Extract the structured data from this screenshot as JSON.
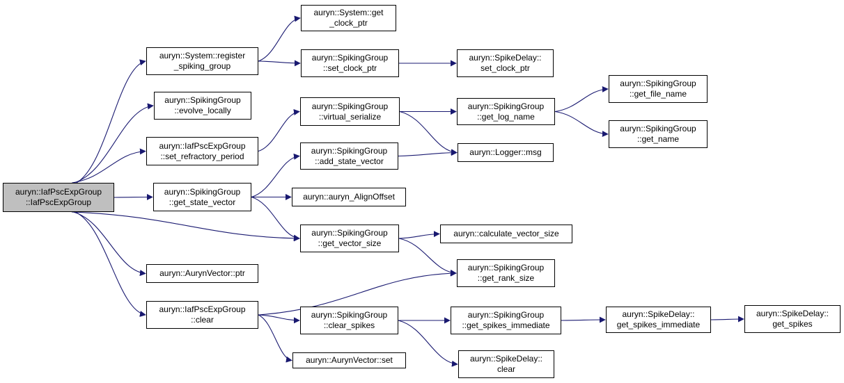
{
  "colors": {
    "edge": "#191970",
    "root_fill": "#bfbfbf",
    "node_fill": "#ffffff",
    "border": "#000000"
  },
  "nodes": {
    "root": [
      "auryn::IafPscExpGroup",
      "::IafPscExpGroup"
    ],
    "register": [
      "auryn::System::register",
      "_spiking_group"
    ],
    "get_clock": [
      "auryn::System::get",
      "_clock_ptr"
    ],
    "set_clock_sg": [
      "auryn::SpikingGroup",
      "::set_clock_ptr"
    ],
    "set_clock_sd": [
      "auryn::SpikeDelay::",
      "set_clock_ptr"
    ],
    "evolve": [
      "auryn::SpikingGroup",
      "::evolve_locally"
    ],
    "virt_ser": [
      "auryn::SpikingGroup",
      "::virtual_serialize"
    ],
    "log_name": [
      "auryn::SpikingGroup",
      "::get_log_name"
    ],
    "file_name": [
      "auryn::SpikingGroup",
      "::get_file_name"
    ],
    "get_name": [
      "auryn::SpikingGroup",
      "::get_name"
    ],
    "set_refr": [
      "auryn::IafPscExpGroup",
      "::set_refractory_period"
    ],
    "add_state": [
      "auryn::SpikingGroup",
      "::add_state_vector"
    ],
    "logger": [
      "auryn::Logger::msg"
    ],
    "get_state": [
      "auryn::SpikingGroup",
      "::get_state_vector"
    ],
    "align": [
      "auryn::auryn_AlignOffset"
    ],
    "vec_size": [
      "auryn::SpikingGroup",
      "::get_vector_size"
    ],
    "calc_vec": [
      "auryn::calculate_vector_size"
    ],
    "rank_size": [
      "auryn::SpikingGroup",
      "::get_rank_size"
    ],
    "ptr": [
      "auryn::AurynVector::ptr"
    ],
    "clear": [
      "auryn::IafPscExpGroup",
      "::clear"
    ],
    "clear_spikes": [
      "auryn::SpikingGroup",
      "::clear_spikes"
    ],
    "spikes_imm_sg": [
      "auryn::SpikingGroup",
      "::get_spikes_immediate"
    ],
    "spikes_imm_sd": [
      "auryn::SpikeDelay::",
      "get_spikes_immediate"
    ],
    "get_spikes": [
      "auryn::SpikeDelay::",
      "get_spikes"
    ],
    "vec_set": [
      "auryn::AurynVector::set"
    ],
    "sd_clear": [
      "auryn::SpikeDelay::",
      "clear"
    ]
  },
  "edges": [
    [
      "root",
      "register"
    ],
    [
      "root",
      "evolve"
    ],
    [
      "root",
      "set_refr"
    ],
    [
      "root",
      "get_state"
    ],
    [
      "root",
      "vec_size"
    ],
    [
      "root",
      "ptr"
    ],
    [
      "root",
      "clear"
    ],
    [
      "register",
      "get_clock"
    ],
    [
      "register",
      "set_clock_sg"
    ],
    [
      "set_clock_sg",
      "set_clock_sd"
    ],
    [
      "set_refr",
      "virt_ser"
    ],
    [
      "virt_ser",
      "log_name"
    ],
    [
      "virt_ser",
      "logger"
    ],
    [
      "log_name",
      "file_name"
    ],
    [
      "log_name",
      "get_name"
    ],
    [
      "get_state",
      "add_state"
    ],
    [
      "get_state",
      "align"
    ],
    [
      "get_state",
      "vec_size"
    ],
    [
      "add_state",
      "logger"
    ],
    [
      "vec_size",
      "calc_vec"
    ],
    [
      "vec_size",
      "rank_size"
    ],
    [
      "clear",
      "rank_size"
    ],
    [
      "clear",
      "clear_spikes"
    ],
    [
      "clear",
      "vec_set"
    ],
    [
      "clear_spikes",
      "spikes_imm_sg"
    ],
    [
      "clear_spikes",
      "sd_clear"
    ],
    [
      "spikes_imm_sg",
      "spikes_imm_sd"
    ],
    [
      "spikes_imm_sd",
      "get_spikes"
    ]
  ]
}
